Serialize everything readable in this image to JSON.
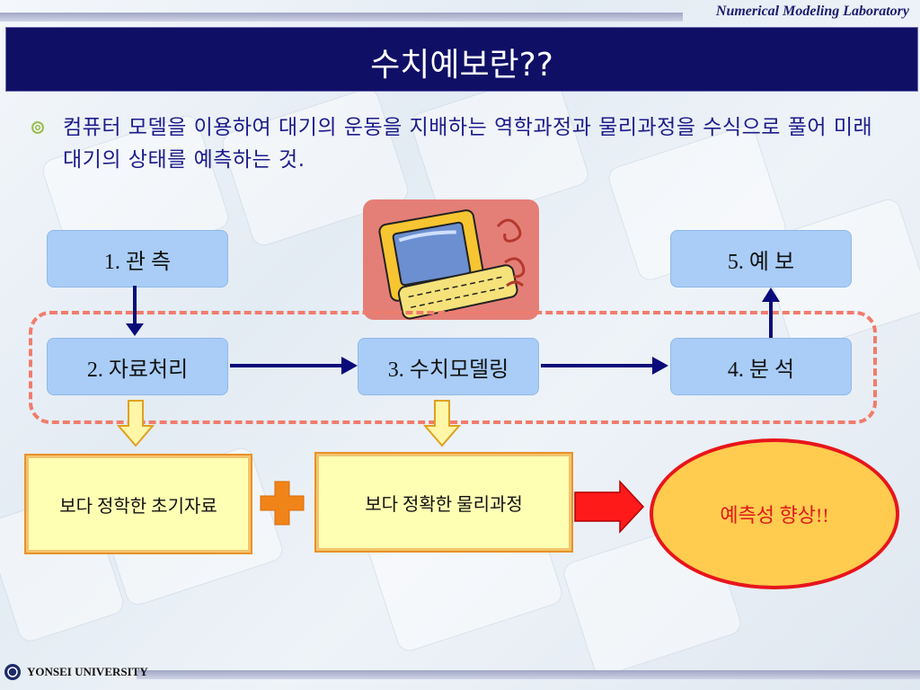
{
  "header": {
    "lab_name": "Numerical Modeling Laboratory",
    "title": "수치예보란??"
  },
  "content": {
    "description": "컴퓨터 모델을 이용하여 대기의 운동을 지배하는 역학과정과 물리과정을 수식으로 풀어 미래 대기의 상태를 예측하는 것."
  },
  "flow": {
    "steps": [
      {
        "label": "1. 관 측"
      },
      {
        "label": "2. 자료처리"
      },
      {
        "label": "3. 수치모델링"
      },
      {
        "label": "4. 분 석"
      },
      {
        "label": "5. 예 보"
      }
    ],
    "result_boxes": [
      {
        "label": "보다 정학한 초기자료"
      },
      {
        "label": "보다 정확한 물리과정"
      }
    ],
    "outcome": "예측성 향상!!"
  },
  "footer": {
    "university": "YONSEI UNIVERSITY"
  },
  "colors": {
    "title_bg": "#0f0f66",
    "step_box": "#a9cdf7",
    "arrow": "#0a0a7a",
    "dash_border": "#f07c6c",
    "outcome_fill": "#ffcc4f",
    "outcome_border": "#e8151b"
  },
  "icons": [
    "bullet-icon",
    "computer-clipart-icon",
    "plus-icon",
    "down-arrow-icon",
    "right-arrow-icon",
    "yonsei-emblem-icon"
  ]
}
